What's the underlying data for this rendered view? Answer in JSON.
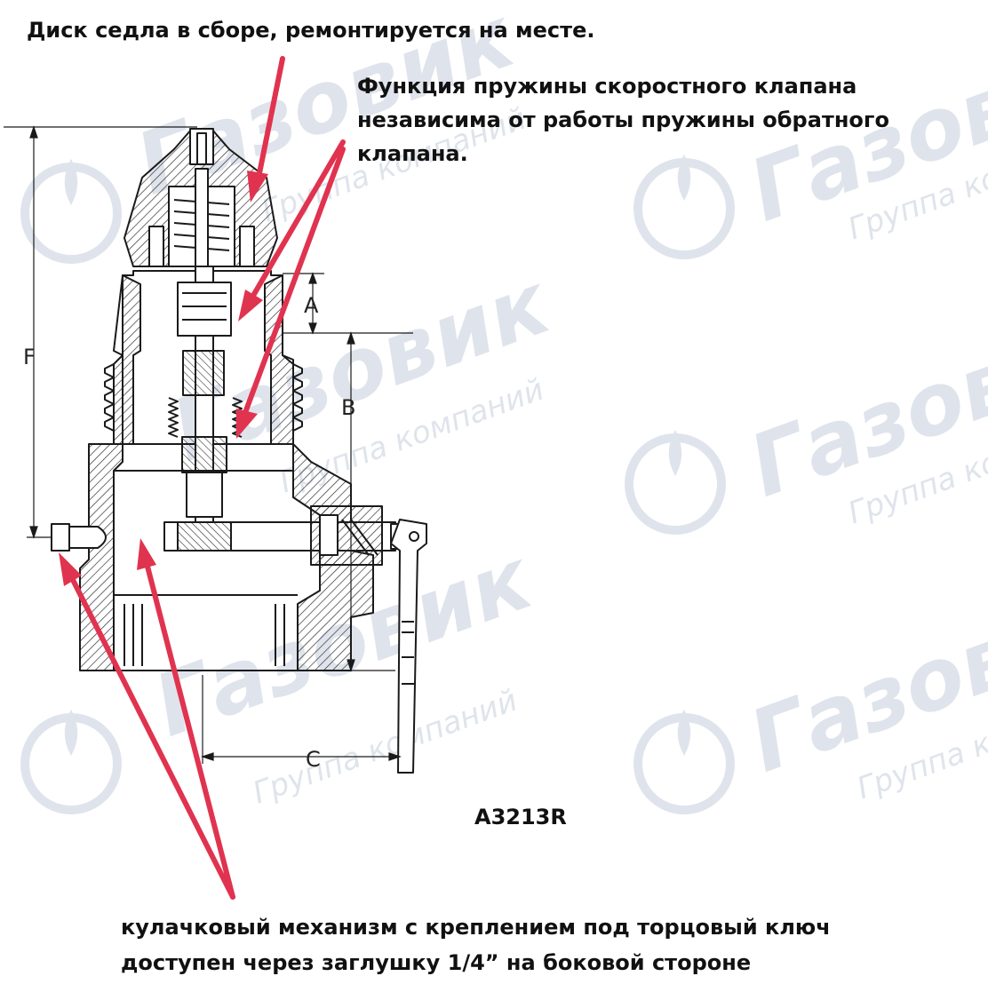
{
  "captions": {
    "seat_disc": "Диск седла в сборе, ремонтируется на месте.",
    "spring_function": [
      "Функция пружины скоростного клапана",
      "независима от работы пружины обратного",
      "клапана."
    ],
    "model": "A3213R",
    "cam_mechanism": [
      "кулачковый механизм с креплением под торцовый ключ",
      "доступен через заглушку 1/4” на боковой стороне"
    ]
  },
  "dimensions": {
    "a": "A",
    "b": "B",
    "c": "C",
    "f": "F"
  },
  "watermark": {
    "brand": "Газовик",
    "tagline": "Группа компаний"
  },
  "colors": {
    "arrow": "#e0334f",
    "line": "#1a1a1a",
    "hatch": "#333333",
    "watermark": "#dfe4ec",
    "text": "#111111"
  }
}
